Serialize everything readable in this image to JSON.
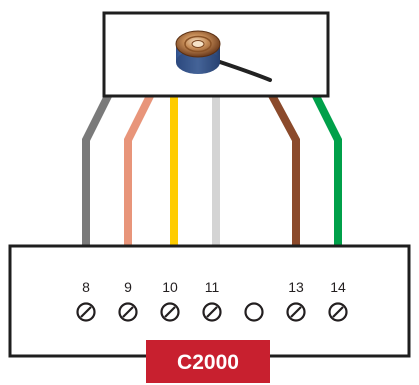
{
  "sensor": {
    "icon": "load-cell-icon"
  },
  "wires": [
    {
      "name": "gray",
      "color": "#7a7a7a",
      "terminal": "8"
    },
    {
      "name": "salmon",
      "color": "#e8957a",
      "terminal": "9"
    },
    {
      "name": "yellow",
      "color": "#ffcc00",
      "terminal": "10"
    },
    {
      "name": "light-gray",
      "color": "#d4d4d4",
      "terminal": "11"
    },
    {
      "name": "brown",
      "color": "#8b4a2b",
      "terminal": "13"
    },
    {
      "name": "green",
      "color": "#00a04a",
      "terminal": "14"
    }
  ],
  "terminal_block": {
    "terminals": [
      {
        "label": "8",
        "type": "screw"
      },
      {
        "label": "9",
        "type": "screw"
      },
      {
        "label": "10",
        "type": "screw"
      },
      {
        "label": "11",
        "type": "screw"
      },
      {
        "label": "",
        "type": "empty"
      },
      {
        "label": "13",
        "type": "screw"
      },
      {
        "label": "14",
        "type": "screw"
      }
    ]
  },
  "device": {
    "label": "C2000",
    "badge_color": "#c8202f"
  }
}
